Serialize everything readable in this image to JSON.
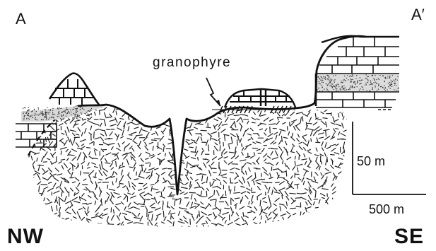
{
  "labels": {
    "section_start": "A",
    "section_end": "A′",
    "west": "NW",
    "east": "SE",
    "granophyre": "granophyre"
  },
  "scale_bar": {
    "vertical": "50 m",
    "horizontal": "500 m"
  },
  "colors": {
    "ink": "#111111",
    "background": "#ffffff"
  }
}
